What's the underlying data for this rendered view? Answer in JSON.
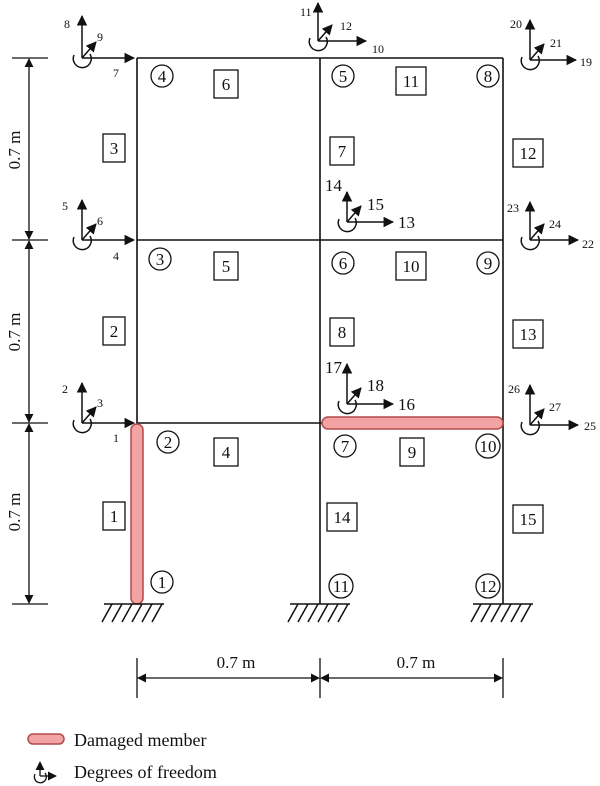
{
  "colors": {
    "line": "#111111",
    "damage_fill": "#f3a3a3",
    "damage_stroke": "#b14a4a"
  },
  "nodes": [
    "1",
    "2",
    "3",
    "4",
    "5",
    "6",
    "7",
    "8",
    "9",
    "10",
    "11",
    "12"
  ],
  "elements": [
    "1",
    "2",
    "3",
    "4",
    "5",
    "6",
    "7",
    "8",
    "9",
    "10",
    "11",
    "12",
    "13",
    "14",
    "15"
  ],
  "dofs": [
    "1",
    "2",
    "3",
    "4",
    "5",
    "6",
    "7",
    "8",
    "9",
    "10",
    "11",
    "12",
    "13",
    "14",
    "15",
    "16",
    "17",
    "18",
    "19",
    "20",
    "21",
    "22",
    "23",
    "24",
    "25",
    "26",
    "27"
  ],
  "dimensions": {
    "story_height": "0.7 m",
    "bay_width": "0.7 m"
  },
  "legend": {
    "damaged_label": "Damaged member",
    "dof_label": "Degrees of freedom"
  }
}
